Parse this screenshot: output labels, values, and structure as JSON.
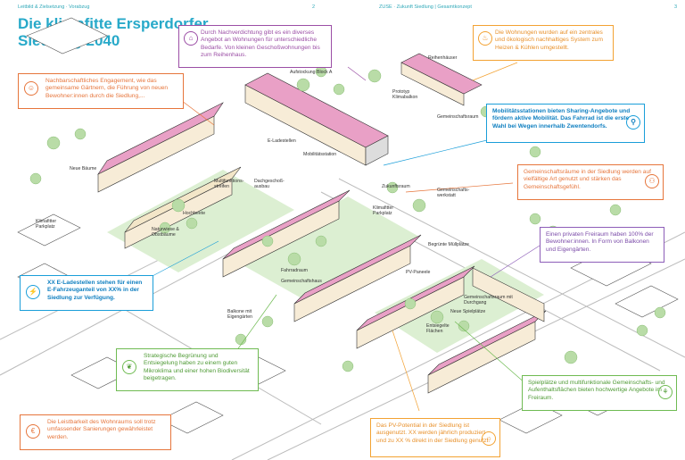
{
  "header": {
    "left_1": "Leitbild & Zielsetzung",
    "left_2": "Vorabzug",
    "page_left": "2",
    "right_1": "ZUSE",
    "right_2": "Zukunft Siedlung",
    "right_3": "Gesamtkonzept",
    "page_right": "3"
  },
  "title": {
    "line1": "Die klimafitte Ersperdorfer",
    "line2": "Siedlung 2040"
  },
  "callouts": {
    "nachverdichtung": "Durch Nachverdichtung gibt es ein diverses Angebot an Wohnungen für unterschiedliche Bedarfe. Von kleinen Geschoßwohnungen bis zum Reihenhaus.",
    "heizen": "Die Wohnungen wurden auf ein zentrales und ökologisch nachhaltiges System zum Heizen & Kühlen umgestellt.",
    "engagement": "Nachbarschaftliches Engagement, wie das gemeinsame Gärtnern, die Führung von neuen Bewohner:innen durch die Siedlung,...",
    "mobilitaet": "Mobilitätsstationen bieten Sharing-Angebote und fördern aktive Mobilität. Das Fahrrad ist die erste Wahl bei Wegen innerhalb Zwentendorfs.",
    "gemeinschaft": "Gemeinschaftsräume in der Siedlung werden auf vielfältige Art genutzt und stärken das Gemeinschaftsgefühl.",
    "freiraum": "Einen privaten Freiraum haben 100% der Bewohner:innen. In Form von Balkonen und Eigengärten.",
    "eladestellen": "XX E-Ladestellen stehen für einen E-Fahrzeuganteil von XX% in der Siedlung zur Verfügung.",
    "begruenung": "Strategische Begrünung und Entsiegelung haben zu einem guten Mikroklima und einer hohen Biodiversität beigetragen.",
    "spielplaetze": "Spielplätze und multifunktionale Gemeinschafts- und Aufenthaltsflächen bieten hochwertige Angebote im Freiraum.",
    "leistbarkeit": "Die Leistbarkeit des Wohnraums soll trotz umfassender Sanierungen gewährleistet werden.",
    "pv": "Das PV-Potential in der Siedlung ist ausgenutzt. XX werden jährlich produziert und zu XX % direkt in der Siedlung genutzt."
  },
  "labels": {
    "aufstockung": "Aufstockung Block A",
    "reihenhaeuser": "Reihenhäuser",
    "prototyp": "Prototyp Klimabalkon",
    "gemeinschaftsraum_top": "Gemeinschaftsraum",
    "e_ladestellen": "E-Ladestellen",
    "mobilitaetsstation": "Mobilitätsstation",
    "neue_baeume": "Neue Bäume",
    "multifunktion": "Multifunktions-streifen",
    "dachgeschoss": "Dachgeschoß-ausbau",
    "hochbeete": "Hochbeete",
    "naturwiese": "Naturwiese & Obstbäume",
    "klimafitter_parkplatz_l": "Klimafitter Parkplatz",
    "zukunftsraum": "Zukunftsraum",
    "werkstatt": "Gemeinschafts-werkstatt",
    "klimafitter_parkplatz_m": "Klimafitter Parkplatz",
    "fahrradraum": "Fahrradraum",
    "gemeinschaftshaus": "Gemeinschaftshaus",
    "muellplaetze": "Begrünte Müllplätze",
    "pv_paneele": "PV-Paneele",
    "balkone": "Balkone mit Eigengärten",
    "gemeinschaftsraum_durchgang": "Gemeinschaftsraum mit Durchgang",
    "spielplaetze": "Neue Spielplätze",
    "entsiegelte": "Entsiegelte Flächen"
  },
  "icons": {
    "nachverdichtung": "house-icon",
    "heizen": "thermometer-icon",
    "engagement": "community-icon",
    "mobilitaet": "bicycle-icon",
    "gemeinschaft": "people-icon",
    "freiraum": "garden-icon",
    "eladestellen": "charging-icon",
    "begruenung": "leaf-icon",
    "spielplaetze": "playground-icon",
    "leistbarkeit": "euro-icon",
    "pv": "solar-icon"
  },
  "colors": {
    "accent_blue": "#27a9c9",
    "orange": "#e6753b",
    "purple": "#9b4ea5",
    "yellow": "#f3a233",
    "blue": "#1a9ed9",
    "green": "#6fbb52",
    "building_roof": "#f3e6c8",
    "pv": "#e9a0c6",
    "tree": "#b9dca7",
    "lawn": "#dcefd2"
  }
}
